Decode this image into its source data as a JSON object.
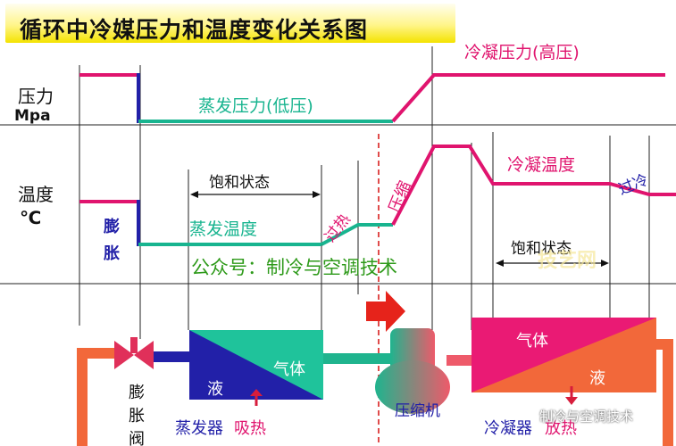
{
  "title": "循环中冷媒压力和温度变化关系图",
  "labels": {
    "pressure": "压力",
    "pressure_unit": "Mpa",
    "temperature": "温度",
    "temperature_unit": "℃",
    "evaporating_pressure": "蒸发压力(低压)",
    "condensing_pressure": "冷凝压力(高压)",
    "saturated_state_left": "饱和状态",
    "saturated_state_right": "饱和状态",
    "evaporating_temperature": "蒸发温度",
    "condensing_temperature": "冷凝温度",
    "expansion_1": "膨",
    "expansion_2": "胀",
    "superheat": "过热",
    "compression": "压缩",
    "subcooling": "过冷",
    "public_account": "公众号：制冷与空调技术",
    "valve_1": "膨",
    "valve_2": "胀",
    "valve_3": "阀",
    "evaporator_liquid": "液",
    "evaporator_gas": "气体",
    "evaporator": "蒸发器",
    "absorb_heat": "吸热",
    "compressor": "压缩机",
    "condenser_gas": "气体",
    "condenser_liquid": "液",
    "condenser": "冷凝器",
    "release_heat": "放热",
    "watermark": "技艺网",
    "credit": "制冷与空调技术"
  },
  "colors": {
    "high": "#e0146e",
    "low": "#18b48f",
    "liquid": "#2220a8",
    "pipe": "#f2683a",
    "title_bg": "#fff58a"
  }
}
